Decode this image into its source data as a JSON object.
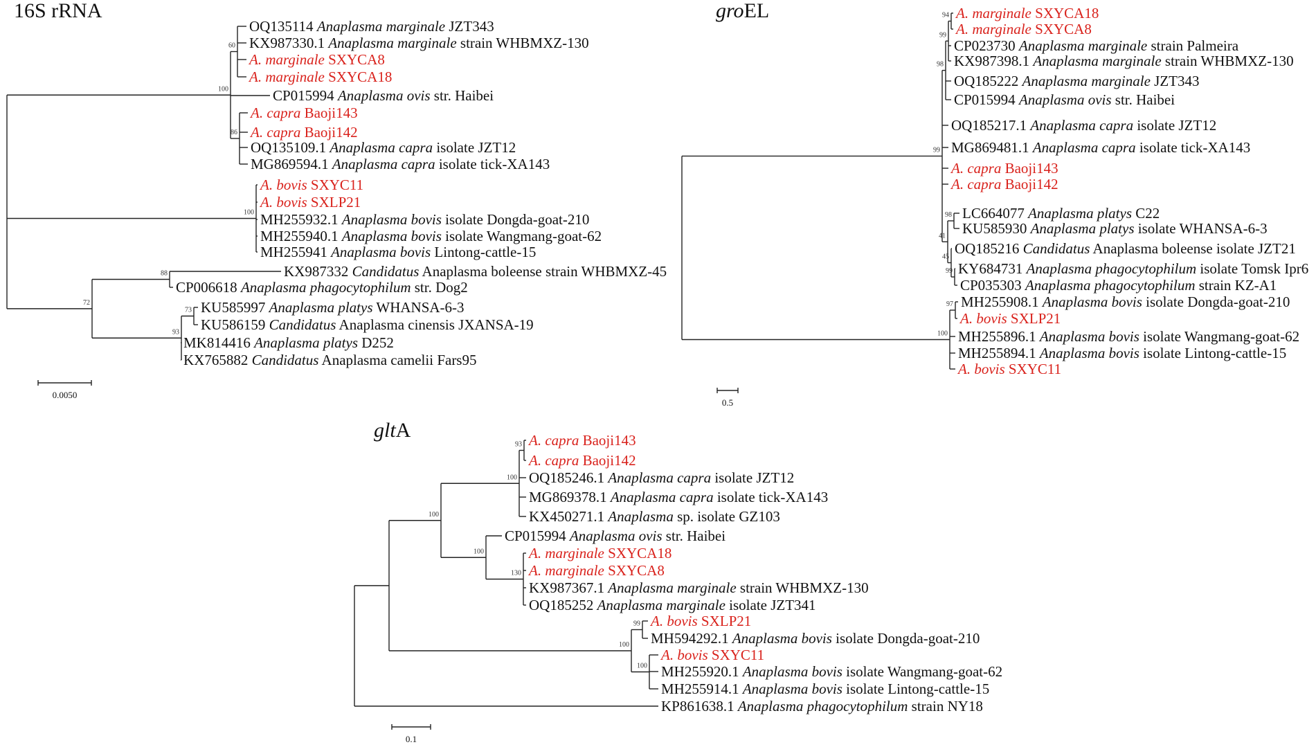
{
  "colors": {
    "highlight": "#d9221c",
    "text": "#111111",
    "branch": "#222222"
  },
  "trees": [
    {
      "id": "16s",
      "title_pre": "",
      "title_em": "",
      "title_post": "16S rRNA",
      "scale_label": "0.0050",
      "nodes": [
        {
          "id": "r",
          "parent": null
        },
        {
          "id": "a",
          "parent": "r",
          "support": "100"
        },
        {
          "id": "a1",
          "parent": "a",
          "support": "60"
        },
        {
          "id": "a2",
          "parent": "a",
          "support": "86"
        },
        {
          "id": "b",
          "parent": "r",
          "support": "100"
        },
        {
          "id": "c",
          "parent": "r",
          "support": "72"
        },
        {
          "id": "c1",
          "parent": "c",
          "support": "88"
        },
        {
          "id": "c2",
          "parent": "c",
          "support": "93"
        },
        {
          "id": "c3",
          "parent": "c2",
          "support": "73"
        }
      ],
      "leaves": [
        {
          "parent": "a1",
          "acc": "OQ135114",
          "species": "Anaplasma marginale",
          "rest": "JZT343",
          "red": false
        },
        {
          "parent": "a1",
          "acc": "KX987330.1",
          "species": "Anaplasma marginale",
          "rest": "strain WHBMXZ-130",
          "red": false
        },
        {
          "parent": "a1",
          "acc": "",
          "species": "A. marginale",
          "rest": "SXYCA8",
          "red": true
        },
        {
          "parent": "a1",
          "acc": "",
          "species": "A. marginale",
          "rest": "SXYCA18",
          "red": true
        },
        {
          "parent": "a",
          "acc": "CP015994",
          "species": "Anaplasma ovis",
          "rest": "str. Haibei",
          "red": false
        },
        {
          "parent": "a2",
          "acc": "",
          "species": "A. capra",
          "rest": "Baoji143",
          "red": true
        },
        {
          "parent": "a2",
          "acc": "",
          "species": "A. capra",
          "rest": "Baoji142",
          "red": true
        },
        {
          "parent": "a2",
          "acc": "OQ135109.1",
          "species": "Anaplasma capra",
          "rest": "isolate JZT12",
          "red": false
        },
        {
          "parent": "a2",
          "acc": "MG869594.1",
          "species": "Anaplasma capra",
          "rest": "isolate tick-XA143",
          "red": false
        },
        {
          "parent": "b",
          "acc": "",
          "species": "A. bovis",
          "rest": "SXYC11",
          "red": true
        },
        {
          "parent": "b",
          "acc": "",
          "species": "A. bovis",
          "rest": "SXLP21",
          "red": true
        },
        {
          "parent": "b",
          "acc": "MH255932.1",
          "species": "Anaplasma bovis",
          "rest": "isolate Dongda-goat-210",
          "red": false
        },
        {
          "parent": "b",
          "acc": "MH255940.1",
          "species": "Anaplasma bovis",
          "rest": "isolate Wangmang-goat-62",
          "red": false
        },
        {
          "parent": "b",
          "acc": "MH255941",
          "species": "Anaplasma bovis",
          "rest": "Lintong-cattle-15",
          "red": false
        },
        {
          "parent": "c1",
          "acc": "KX987332",
          "species": "Candidatus",
          "rest": "Anaplasma boleense strain WHBMXZ-45",
          "red": false
        },
        {
          "parent": "c1",
          "acc": "CP006618",
          "species": "Anaplasma phagocytophilum",
          "rest": "str. Dog2",
          "red": false
        },
        {
          "parent": "c3",
          "acc": "KU585997",
          "species": "Anaplasma platys",
          "rest": "WHANSA-6-3",
          "red": false
        },
        {
          "parent": "c3",
          "acc": "KU586159",
          "species": "Candidatus",
          "rest": "Anaplasma cinensis JXANSA-19",
          "red": false
        },
        {
          "parent": "c2",
          "acc": "MK814416",
          "species": "Anaplasma platys",
          "rest": "D252",
          "red": false
        },
        {
          "parent": "c2",
          "acc": "KX765882",
          "species": "Candidatus",
          "rest": "Anaplasma camelii Fars95",
          "red": false
        }
      ]
    },
    {
      "id": "groel",
      "title_pre": "",
      "title_em": "gro",
      "title_post": "EL",
      "scale_label": "0.5",
      "nodes": [
        {
          "id": "r",
          "parent": null
        },
        {
          "id": "A",
          "parent": "r",
          "support": "99"
        },
        {
          "id": "M",
          "parent": "A",
          "support": "98"
        },
        {
          "id": "M1",
          "parent": "M",
          "support": "99"
        },
        {
          "id": "M2",
          "parent": "M1",
          "support": "94"
        },
        {
          "id": "P",
          "parent": "A",
          "support": "41"
        },
        {
          "id": "P1",
          "parent": "P",
          "support": "98"
        },
        {
          "id": "P2",
          "parent": "P",
          "support": "45"
        },
        {
          "id": "P3",
          "parent": "P2",
          "support": "99"
        },
        {
          "id": "B",
          "parent": "r",
          "support": "100"
        },
        {
          "id": "B1",
          "parent": "B",
          "support": "97"
        }
      ],
      "leaves": [
        {
          "parent": "M2",
          "acc": "",
          "species": "A. marginale",
          "rest": "SXYCA18",
          "red": true
        },
        {
          "parent": "M2",
          "acc": "",
          "species": "A. marginale",
          "rest": "SXYCA8",
          "red": true
        },
        {
          "parent": "M1",
          "acc": "CP023730",
          "species": "Anaplasma marginale",
          "rest": "strain Palmeira",
          "red": false
        },
        {
          "parent": "M1",
          "acc": "KX987398.1",
          "species": "Anaplasma marginale",
          "rest": "strain WHBMXZ-130",
          "red": false
        },
        {
          "parent": "M",
          "acc": "OQ185222",
          "species": "Anaplasma marginale",
          "rest": "JZT343",
          "red": false
        },
        {
          "parent": "M",
          "acc": "CP015994",
          "species": "Anaplasma ovis",
          "rest": "str. Haibei",
          "red": false
        },
        {
          "parent": "A",
          "acc": "OQ185217.1",
          "species": "Anaplasma capra",
          "rest": "isolate JZT12",
          "red": false
        },
        {
          "parent": "A",
          "acc": "MG869481.1",
          "species": "Anaplasma capra",
          "rest": "isolate tick-XA143",
          "red": false
        },
        {
          "parent": "A",
          "acc": "",
          "species": "A. capra",
          "rest": "Baoji143",
          "red": true
        },
        {
          "parent": "A",
          "acc": "",
          "species": "A. capra",
          "rest": "Baoji142",
          "red": true
        },
        {
          "parent": "P1",
          "acc": "LC664077",
          "species": "Anaplasma platys",
          "rest": "C22",
          "red": false
        },
        {
          "parent": "P1",
          "acc": "KU585930",
          "species": "Anaplasma platys",
          "rest": "isolate WHANSA-6-3",
          "red": false
        },
        {
          "parent": "P2",
          "acc": "OQ185216",
          "species": "Candidatus",
          "rest": "Anaplasma boleense isolate JZT21",
          "red": false
        },
        {
          "parent": "P3",
          "acc": "KY684731",
          "species": "Anaplasma phagocytophilum",
          "rest": "isolate Tomsk Ipr6",
          "red": false
        },
        {
          "parent": "P3",
          "acc": "CP035303",
          "species": "Anaplasma phagocytophilum",
          "rest": "strain KZ-A1",
          "red": false
        },
        {
          "parent": "B1",
          "acc": "MH255908.1",
          "species": "Anaplasma bovis",
          "rest": "isolate Dongda-goat-210",
          "red": false
        },
        {
          "parent": "B1",
          "acc": "",
          "species": "A. bovis",
          "rest": "SXLP21",
          "red": true
        },
        {
          "parent": "B",
          "acc": "MH255896.1",
          "species": "Anaplasma bovis",
          "rest": "isolate Wangmang-goat-62",
          "red": false
        },
        {
          "parent": "B",
          "acc": "MH255894.1",
          "species": "Anaplasma bovis",
          "rest": "isolate Lintong-cattle-15",
          "red": false
        },
        {
          "parent": "B",
          "acc": "",
          "species": "A. bovis",
          "rest": "SXYC11",
          "red": true
        }
      ]
    },
    {
      "id": "glta",
      "title_pre": "",
      "title_em": "glt",
      "title_post": "A",
      "scale_label": "0.1",
      "nodes": [
        {
          "id": "r",
          "parent": null
        },
        {
          "id": "X",
          "parent": "r"
        },
        {
          "id": "A",
          "parent": "X",
          "support": "100"
        },
        {
          "id": "C",
          "parent": "A",
          "support": "100"
        },
        {
          "id": "C1",
          "parent": "C",
          "support": "93"
        },
        {
          "id": "M",
          "parent": "A",
          "support": "100"
        },
        {
          "id": "M1",
          "parent": "M",
          "support": "130"
        },
        {
          "id": "B",
          "parent": "X",
          "support": "100"
        },
        {
          "id": "B1",
          "parent": "B",
          "support": "99"
        },
        {
          "id": "B2",
          "parent": "B",
          "support": "100"
        }
      ],
      "leaves": [
        {
          "parent": "C1",
          "acc": "",
          "species": "A. capra",
          "rest": "Baoji143",
          "red": true
        },
        {
          "parent": "C1",
          "acc": "",
          "species": "A. capra",
          "rest": "Baoji142",
          "red": true
        },
        {
          "parent": "C",
          "acc": "OQ185246.1",
          "species": "Anaplasma capra",
          "rest": "isolate JZT12",
          "red": false
        },
        {
          "parent": "C",
          "acc": "MG869378.1",
          "species": "Anaplasma capra",
          "rest": "isolate tick-XA143",
          "red": false
        },
        {
          "parent": "C",
          "acc": "KX450271.1",
          "species": "Anaplasma",
          "rest": "sp. isolate GZ103",
          "red": false
        },
        {
          "parent": "M",
          "acc": "CP015994",
          "species": "Anaplasma ovis",
          "rest": "str. Haibei",
          "red": false
        },
        {
          "parent": "M1",
          "acc": "",
          "species": "A. marginale",
          "rest": "SXYCA18",
          "red": true
        },
        {
          "parent": "M1",
          "acc": "",
          "species": "A. marginale",
          "rest": "SXYCA8",
          "red": true
        },
        {
          "parent": "M1",
          "acc": "KX987367.1",
          "species": "Anaplasma marginale",
          "rest": "strain WHBMXZ-130",
          "red": false
        },
        {
          "parent": "M1",
          "acc": "OQ185252",
          "species": "Anaplasma marginale",
          "rest": "isolate JZT341",
          "red": false
        },
        {
          "parent": "B1",
          "acc": "",
          "species": "A. bovis",
          "rest": "SXLP21",
          "red": true
        },
        {
          "parent": "B1",
          "acc": "MH594292.1",
          "species": "Anaplasma bovis",
          "rest": "isolate Dongda-goat-210",
          "red": false
        },
        {
          "parent": "B2",
          "acc": "",
          "species": "A. bovis",
          "rest": "SXYC11",
          "red": true
        },
        {
          "parent": "B2",
          "acc": "MH255920.1",
          "species": "Anaplasma bovis",
          "rest": "isolate Wangmang-goat-62",
          "red": false
        },
        {
          "parent": "B2",
          "acc": "MH255914.1",
          "species": "Anaplasma bovis",
          "rest": "isolate Lintong-cattle-15",
          "red": false
        },
        {
          "parent": "r",
          "acc": "KP861638.1",
          "species": "Anaplasma phagocytophilum",
          "rest": "strain NY18",
          "red": false
        }
      ]
    }
  ]
}
